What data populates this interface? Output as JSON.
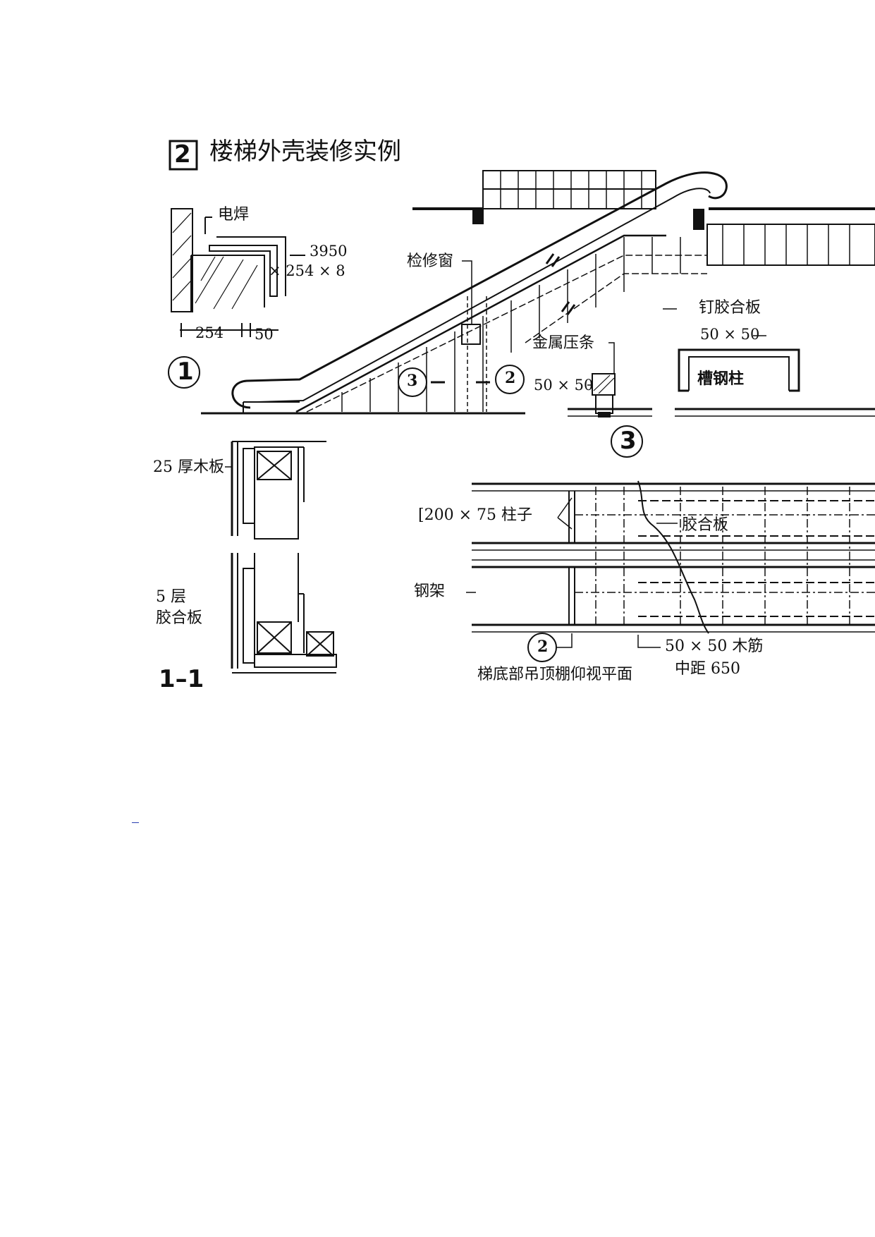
{
  "figure": {
    "number": "2",
    "title": "楼梯外壳装修实例"
  },
  "detail_1": {
    "marker": "1",
    "weld_label": "电焊",
    "angle_size_line1": "3950",
    "angle_size_line2": "× 254 × 8",
    "dim_254": "254",
    "dim_50": "50"
  },
  "elevation": {
    "access_window_label": "检修窗",
    "marker_3": "3",
    "marker_2": "2",
    "nailed_plywood_label": "钉胶合板"
  },
  "detail_3": {
    "marker": "3",
    "metal_strip_label": "金属压条",
    "timber_size_label": "50 × 50",
    "channel_size_label": "50 × 50",
    "channel_column_label": "槽钢柱"
  },
  "section_1_1": {
    "label": "1–1",
    "board_label": "25 厚木板",
    "plywood_label_line1": "5 层",
    "plywood_label_line2": "胶合板"
  },
  "ceiling_plan": {
    "column_label": "[200 × 75 柱子",
    "plywood_label": "胶合板",
    "frame_label": "钢架",
    "marker_2": "2",
    "batten_label": "50 × 50 木筋",
    "spacing_label": "中距  650",
    "caption": "梯底部吊顶棚仰视平面"
  },
  "colors": {
    "ink": "#111111",
    "page_marker": "#2a3fb0"
  }
}
